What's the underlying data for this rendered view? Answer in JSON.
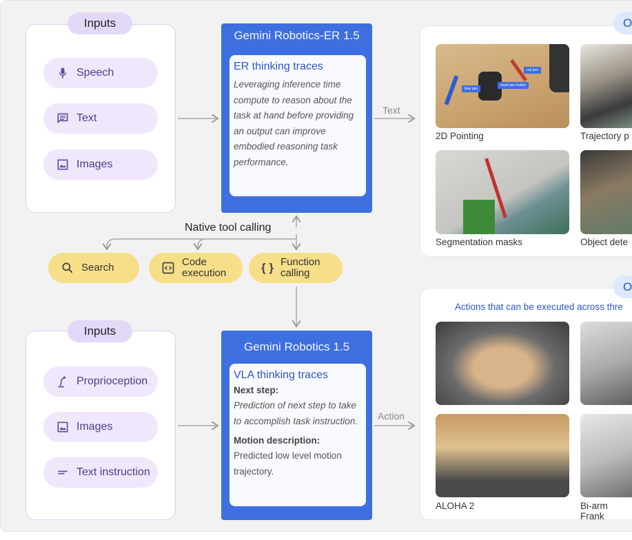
{
  "top_inputs": {
    "label": "Inputs",
    "items": [
      {
        "label": "Speech",
        "icon": "microphone-icon"
      },
      {
        "label": "Text",
        "icon": "message-icon"
      },
      {
        "label": "Images",
        "icon": "image-icon"
      }
    ]
  },
  "er_model": {
    "title": "Gemini Robotics-ER 1.5",
    "trace_title": "ER thinking traces",
    "trace_text": "Leveraging inference time compute to reason about the task at hand before providing an output can improve embodied reasoning task performance."
  },
  "text_arrow_label": "Text",
  "top_outputs": {
    "label": "O",
    "items": [
      {
        "caption": "2D Pointing",
        "tags": [
          "blue pen",
          "mesh pen holder",
          "red pen"
        ]
      },
      {
        "caption": "Trajectory p"
      },
      {
        "caption": "Segmentation masks"
      },
      {
        "caption": "Object dete"
      }
    ]
  },
  "tool_calling": {
    "label": "Native tool calling",
    "tools": [
      {
        "label": "Search",
        "icon": "search-icon"
      },
      {
        "label": "Code execution",
        "icon": "code-icon"
      },
      {
        "label": "Function calling",
        "icon": "braces-icon"
      }
    ]
  },
  "bottom_inputs": {
    "label": "Inputs",
    "items": [
      {
        "label": "Proprioception",
        "icon": "robot-arm-icon"
      },
      {
        "label": "Images",
        "icon": "image-icon"
      },
      {
        "label": "Text instruction",
        "icon": "text-lines-icon"
      }
    ]
  },
  "vla_model": {
    "title": "Gemini Robotics 1.5",
    "trace_title": "VLA thinking traces",
    "next_step_label": "Next step:",
    "next_step_text": "Prediction of next step to take to accomplish task instruction.",
    "motion_label": "Motion description:",
    "motion_text": "Predicted low level motion trajectory."
  },
  "action_arrow_label": "Action",
  "bottom_outputs": {
    "label": "O",
    "subtitle": "Actions that can be executed across thre",
    "items": [
      {
        "caption": ""
      },
      {
        "caption": ""
      },
      {
        "caption": "ALOHA 2"
      },
      {
        "caption": "Bi-arm Frank"
      }
    ]
  },
  "colors": {
    "model_blue": "#3e6fe0",
    "input_lavender": "#e4d8f8",
    "tool_yellow": "#f7df89",
    "output_blue": "#dde8fb"
  }
}
